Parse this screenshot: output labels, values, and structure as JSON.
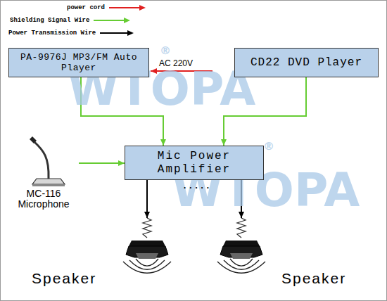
{
  "diagram": {
    "nodes": [
      {
        "text": [
          "PA-9976J MP3/FM Auto Player"
        ]
      },
      {
        "text": [
          "CD22 DVD Player"
        ]
      },
      {
        "text": [
          "Mic Power Amplifier"
        ]
      },
      {
        "text": [
          "MC-116 Microphone"
        ]
      },
      {
        "text": [
          "Speaker"
        ]
      },
      {
        "text": [
          "Speaker"
        ]
      }
    ],
    "edges": [
      {
        "from": 0,
        "to": 2,
        "arrow": "to"
      },
      {
        "from": 1,
        "to": 2,
        "arrow": "to"
      },
      {
        "from": 3,
        "to": 2,
        "arrow": "to"
      },
      {
        "from": 2,
        "to": 4,
        "arrow": "to"
      },
      {
        "from": 2,
        "to": 5,
        "arrow": "to"
      }
    ],
    "labels": [
      "AC 220V",
      "WTOPA",
      "®",
      "WTOPA",
      "®",
      "....."
    ],
    "legend": [
      {
        "text": "power cord"
      },
      {
        "text": "Shielding Signal Wire"
      },
      {
        "text": "Power Transmission Wire"
      }
    ]
  }
}
